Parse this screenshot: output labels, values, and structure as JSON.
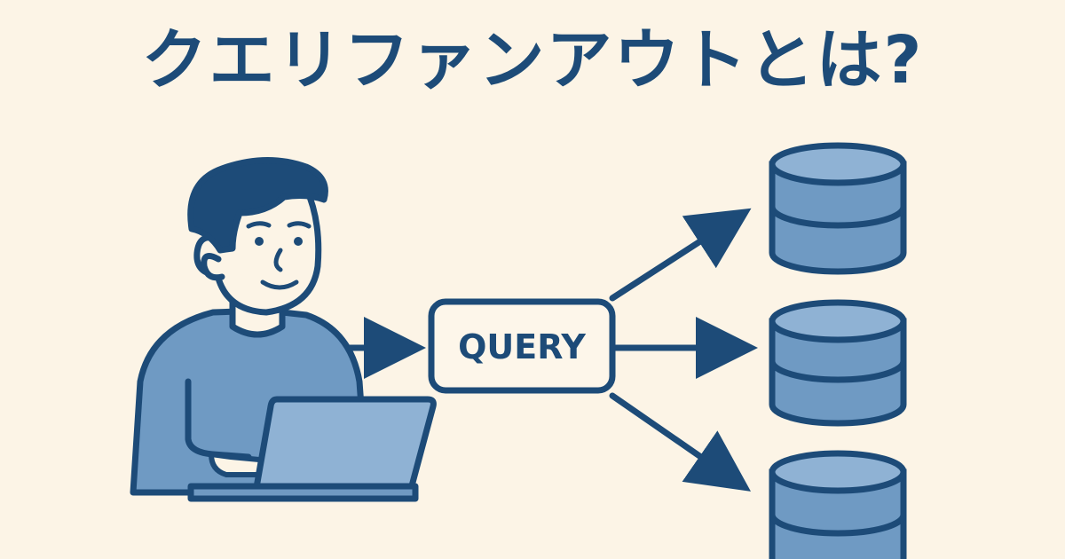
{
  "title": "クエリファンアウトとは?",
  "query_box": {
    "label": "QUERY"
  },
  "nodes": {
    "user": "person-at-laptop",
    "databases": [
      "database",
      "database",
      "database"
    ]
  },
  "edges": [
    {
      "from": "user",
      "to": "query"
    },
    {
      "from": "query",
      "to": "database-1"
    },
    {
      "from": "query",
      "to": "database-2"
    },
    {
      "from": "query",
      "to": "database-3"
    }
  ],
  "colors": {
    "background": "#fcf4e6",
    "ink": "#1d4b78",
    "fill": "#6f9ac3",
    "fill_light": "#8fb2d4",
    "box_fill": "#fdf6ea"
  }
}
